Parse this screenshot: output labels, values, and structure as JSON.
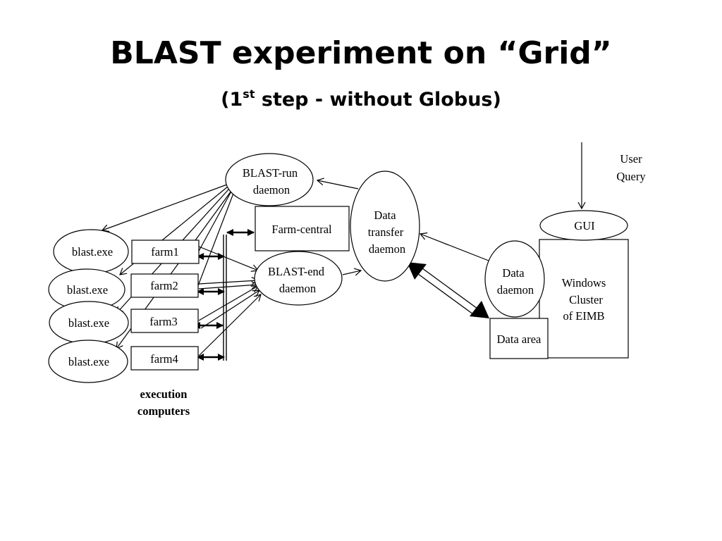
{
  "title": "BLAST experiment on “Grid”",
  "subtitle": {
    "prefix": "(1",
    "sup": "st",
    "suffix": " step - without Globus)"
  },
  "nodes": {
    "blast_run_daemon": [
      "BLAST-run",
      "daemon"
    ],
    "farm_central": "Farm-central",
    "data_transfer_daemon": [
      "Data",
      "transfer",
      "daemon"
    ],
    "blast_end_daemon": [
      "BLAST-end",
      "daemon"
    ],
    "blast_exe": [
      "blast.exe",
      "blast.exe",
      "blast.exe",
      "blast.exe"
    ],
    "farms": [
      "farm1",
      "farm2",
      "farm3",
      "farm4"
    ],
    "execution_computers": [
      "execution",
      "computers"
    ],
    "user_query": [
      "User",
      "Query"
    ],
    "gui": "GUI",
    "data_daemon": [
      "Data",
      "daemon"
    ],
    "windows_cluster": [
      "Windows",
      "Cluster",
      "of EIMB"
    ],
    "data_area": "Data area"
  }
}
